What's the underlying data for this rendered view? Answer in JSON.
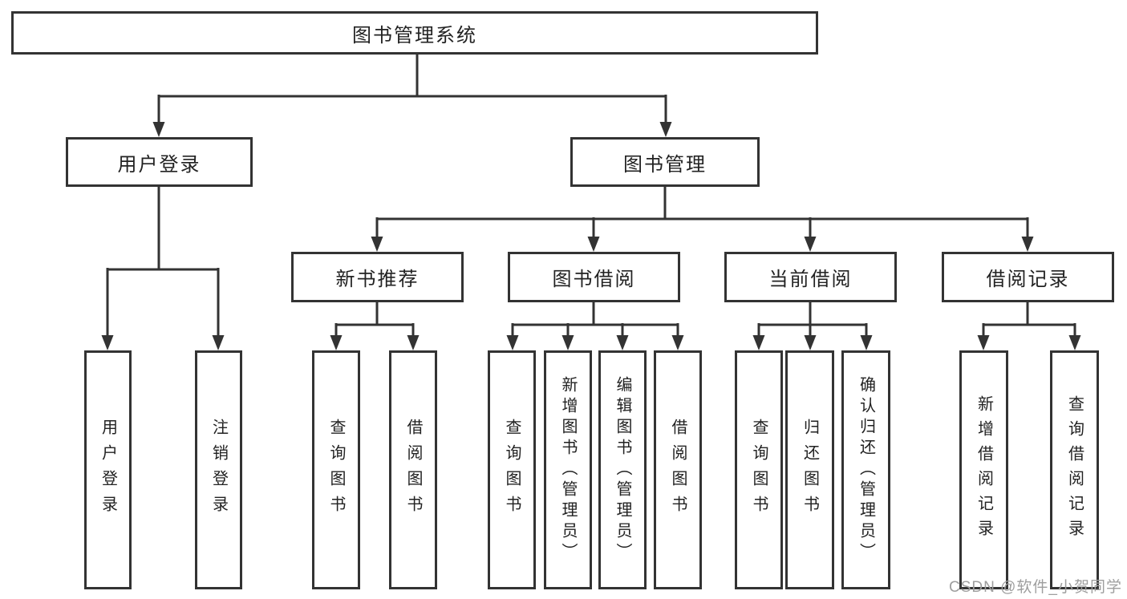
{
  "diagram": {
    "tree": {
      "label": "图书管理系统",
      "children": [
        {
          "label": "用户登录",
          "children": [
            {
              "label": "用户登录"
            },
            {
              "label": "注销登录"
            }
          ]
        },
        {
          "label": "图书管理",
          "children": [
            {
              "label": "新书推荐",
              "children": [
                {
                  "label": "查询图书"
                },
                {
                  "label": "借阅图书"
                }
              ]
            },
            {
              "label": "图书借阅",
              "children": [
                {
                  "label": "查询图书"
                },
                {
                  "label": "新增图书（管理员）"
                },
                {
                  "label": "编辑图书（管理员）"
                },
                {
                  "label": "借阅图书"
                }
              ]
            },
            {
              "label": "当前借阅",
              "children": [
                {
                  "label": "查询图书"
                },
                {
                  "label": "归还图书"
                },
                {
                  "label": "确认归还（管理员）"
                }
              ]
            },
            {
              "label": "借阅记录",
              "children": [
                {
                  "label": "新增借阅记录"
                },
                {
                  "label": "查询借阅记录"
                }
              ]
            }
          ]
        }
      ]
    }
  },
  "watermark": "CSDN @软件_小贺同学",
  "colors": {
    "line": "#333333",
    "text": "#222222",
    "watermark": "#9e9e9e",
    "background": "#ffffff"
  }
}
